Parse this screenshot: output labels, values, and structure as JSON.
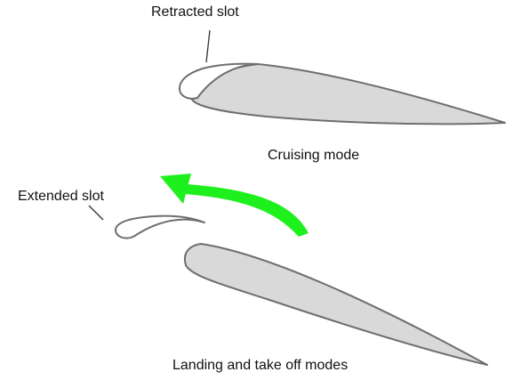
{
  "labels": {
    "retracted_slot": "Retracted slot",
    "cruising_mode": "Cruising mode",
    "extended_slot": "Extended slot",
    "landing_modes": "Landing and take off modes"
  },
  "colors": {
    "airfoil_fill": "#d9d9d9",
    "airfoil_stroke": "#6e6e6e",
    "slot_fill": "#ffffff",
    "arrow": "#1ef01e",
    "leader_line": "#333333",
    "text": "#111111"
  }
}
